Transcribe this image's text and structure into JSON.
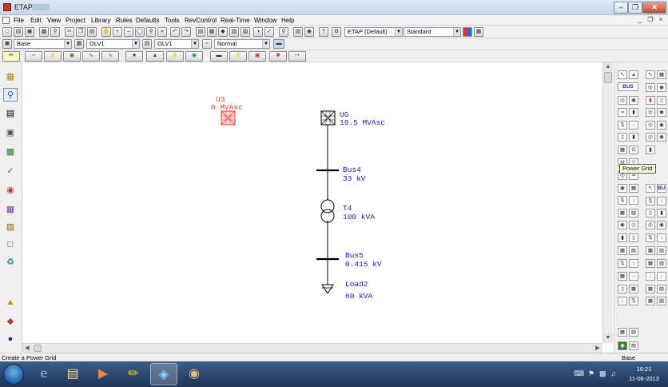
{
  "window": {
    "title": "ETAP"
  },
  "menu": [
    "File",
    "Edit",
    "View",
    "Project",
    "Library",
    "Rules",
    "Defaults",
    "Tools",
    "RevControl",
    "Real-Time",
    "Window",
    "Help"
  ],
  "toolbar": {
    "library_combo": "ETAP (Default)",
    "standard_combo": "Standard",
    "presentation_combo": "Base",
    "config_combo": "OLV1",
    "revision_combo": "OLV1",
    "status_combo": "Normal"
  },
  "diagram": {
    "u3_id": "U3",
    "u3_rating": "0 MVAsc",
    "ug_id": "UG",
    "ug_rating": "19.5 MVAsc",
    "bus4_id": "Bus4",
    "bus4_kv": "33 kV",
    "t4_id": "T4",
    "t4_rating": "100 kVA",
    "bus5_id": "Bus5",
    "bus5_kv": "0.415 kV",
    "load2_id": "Load2",
    "load2_rating": "60 kVA",
    "colors": {
      "energized": "#1a1aa8",
      "de_energized": "#e23a3a",
      "lines": "#000000"
    }
  },
  "tooltip": "Power Grid",
  "status": {
    "message": "Create a Power Grid",
    "mode": "Base"
  },
  "taskbar": {
    "time": "16:21",
    "date": "11-06-2013"
  },
  "icons": {
    "left_toolbar": [
      "select-icon",
      "bus-icon",
      "grid-icon",
      "relay-icon",
      "battery-icon",
      "cable-icon",
      "protection-icon",
      "library-icon",
      "panel-icon",
      "composite-icon",
      "recycle-bin-icon",
      "ground-icon"
    ],
    "palette_left": [
      "pointer-icon",
      "bus-icon",
      "transformer-icon",
      "generator-icon",
      "motor-icon",
      "breaker-icon",
      "fuse-icon",
      "relay-icon",
      "meter-icon",
      "power-grid-icon"
    ],
    "palette_right": [
      "pointer-icon",
      "bus-icon",
      "cable-icon",
      "pv-icon",
      "wind-icon",
      "inverter-icon"
    ]
  }
}
